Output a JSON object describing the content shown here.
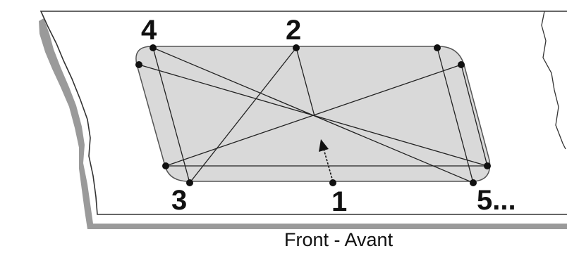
{
  "labels": {
    "pos_1": "1",
    "pos_2": "2",
    "pos_3": "3",
    "pos_4": "4",
    "pos_5": "5..."
  },
  "caption": "Front - Avant",
  "colors": {
    "panel_fill": "#d9d9d9",
    "panel_stroke": "#555555",
    "edge_shadow": "#9a9a9a",
    "lines": "#222222"
  }
}
